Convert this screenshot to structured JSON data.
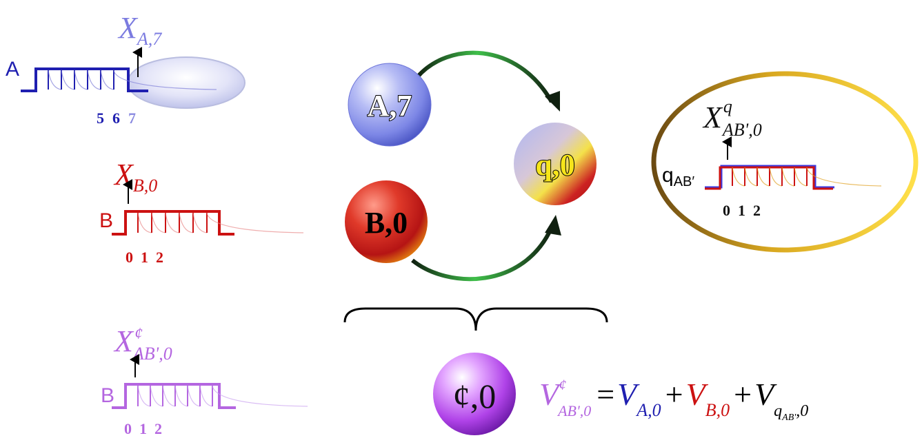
{
  "colors": {
    "blue": "#1f1fb0",
    "blue_light": "#8080d8",
    "red": "#cc1111",
    "purple": "#b466e0",
    "purple_light": "#c088f0",
    "dark": "#000000",
    "gold": "#d9b02a",
    "arrow_green": "#1aa53a"
  },
  "panels": {
    "a": {
      "letter": "A",
      "x_base": "X",
      "x_sub": "A,7",
      "ticks": [
        "5",
        "6",
        "7"
      ]
    },
    "b": {
      "letter": "B",
      "x_base": "X",
      "x_sub": "B,0",
      "ticks": [
        "0",
        "1",
        "2"
      ]
    },
    "q": {
      "letter": "q",
      "letter_sub": "AB′",
      "x_base": "X",
      "x_sup": "q",
      "x_sub": "AB',0",
      "ticks": [
        "0",
        "1",
        "2"
      ]
    },
    "cent": {
      "letter": "B",
      "x_base": "X",
      "x_sup": "¢",
      "x_sub": "AB',0",
      "ticks": [
        "0",
        "1",
        "2"
      ]
    }
  },
  "spheres": {
    "a7": "A,7",
    "b0": "B,0",
    "q0": "q,0",
    "c0": "¢,0"
  },
  "equation": {
    "lhs_base": "V",
    "lhs_sup": "¢",
    "lhs_sub": "AB',0",
    "eq": "=",
    "t1_base": "V",
    "t1_sub": "A,0",
    "plus1": "+",
    "t2_base": "V",
    "t2_sub": "B,0",
    "plus2": "+",
    "t3_base": "V",
    "t3_sub_q": "q",
    "t3_sub_qsub": "AB'",
    "t3_sub_tail": ",0"
  }
}
